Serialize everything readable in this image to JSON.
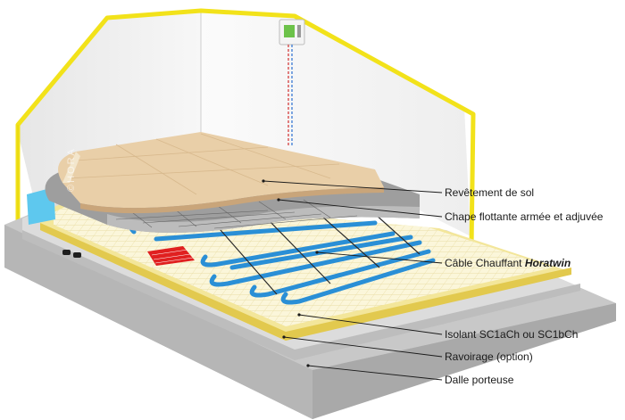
{
  "labels": {
    "revetement": "Revêtement de sol",
    "chape": "Chape flottante armée et adjuvée",
    "cable_prefix": "Câble Chauffant ",
    "cable_brand": "Horatwin",
    "isolant": "Isolant SC1aCh ou SC1bCh",
    "ravoirage": "Ravoirage (option)",
    "dalle": "Dalle porteuse"
  },
  "watermark": "©HORA",
  "colors": {
    "frame": "#f2e21a",
    "cable": "#2a8fd6",
    "concrete": "#cfcfcf",
    "tile": "#e9cfa8",
    "insulation_edge": "#5ec8ee",
    "heating_zone": "#e02020"
  },
  "icons": {
    "thermostat": "thermostat-icon"
  }
}
